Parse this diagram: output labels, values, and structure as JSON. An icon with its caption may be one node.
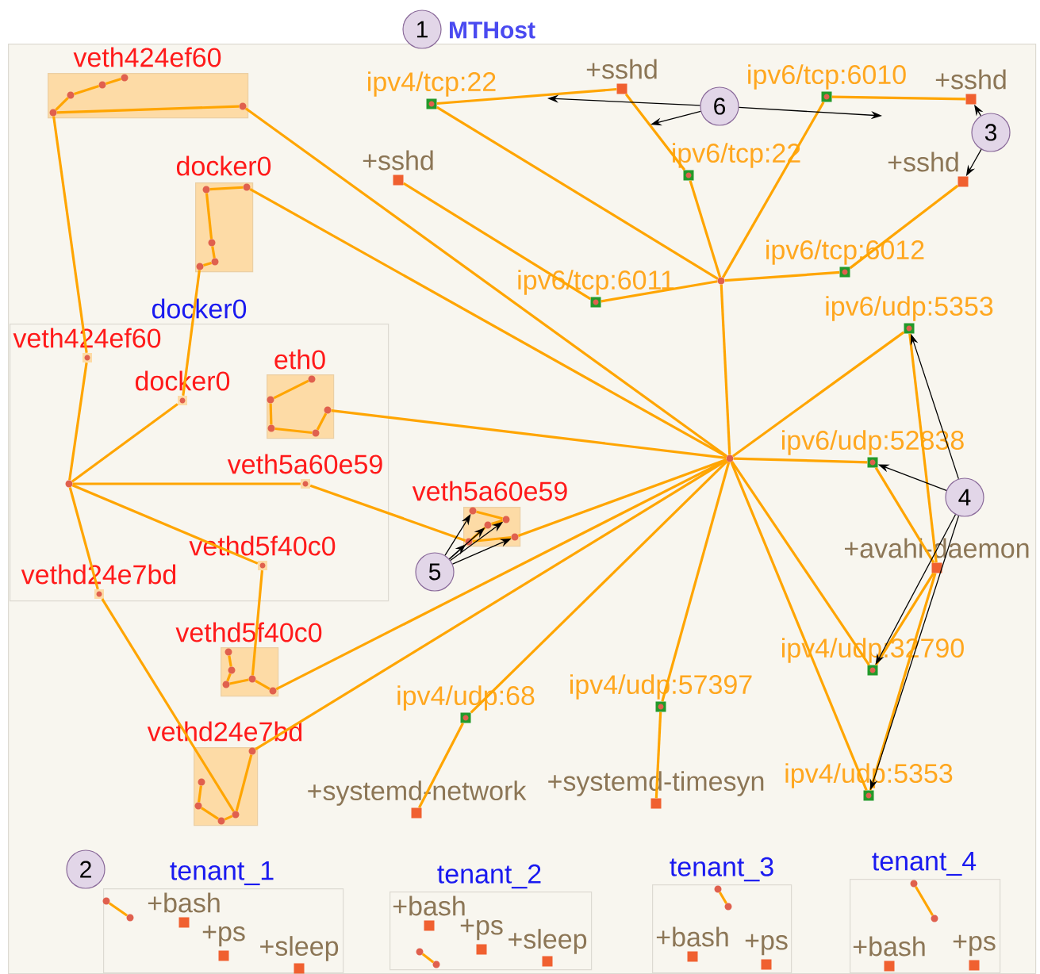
{
  "diagram": {
    "nodes": [
      {
        "text": [
          "MTHost"
        ]
      },
      {
        "text": [
          "1"
        ]
      },
      {
        "text": [
          "veth424ef60"
        ],
        "in": 0
      },
      {
        "text": [],
        "shape": "circle",
        "in": 2
      },
      {
        "text": [],
        "shape": "circle",
        "in": 2
      },
      {
        "text": [],
        "shape": "circle",
        "in": 2
      },
      {
        "text": [],
        "shape": "circle",
        "in": 2
      },
      {
        "text": [],
        "shape": "circle",
        "in": 2
      },
      {
        "text": [
          "+sshd"
        ],
        "in": 0
      },
      {
        "text": [
          "ipv4/tcp:22"
        ],
        "in": 0
      },
      {
        "text": [
          "ipv6/tcp:6010"
        ],
        "in": 0
      },
      {
        "text": [
          "+sshd"
        ],
        "in": 0
      },
      {
        "text": [
          "6"
        ],
        "in": 0
      },
      {
        "text": [
          "3"
        ],
        "in": 0
      },
      {
        "text": [
          "docker0"
        ],
        "in": 0
      },
      {
        "text": [],
        "shape": "circle",
        "in": 14
      },
      {
        "text": [],
        "shape": "circle",
        "in": 14
      },
      {
        "text": [],
        "shape": "circle",
        "in": 14
      },
      {
        "text": [],
        "shape": "circle",
        "in": 14
      },
      {
        "text": [],
        "shape": "circle",
        "in": 14
      },
      {
        "text": [
          "+sshd"
        ],
        "in": 0
      },
      {
        "text": [
          "ipv6/tcp:22"
        ],
        "in": 0
      },
      {
        "text": [
          "+sshd"
        ],
        "in": 0
      },
      {
        "text": [
          "ipv6/tcp:6012"
        ],
        "in": 0
      },
      {
        "text": [
          "ipv6/tcp:6011"
        ],
        "in": 0
      },
      {
        "text": [],
        "shape": "circle",
        "in": 0
      },
      {
        "text": [
          "ipv6/udp:5353"
        ],
        "in": 0
      },
      {
        "text": [
          "docker0"
        ],
        "in": 0
      },
      {
        "text": [
          "veth424ef60"
        ],
        "in": 27
      },
      {
        "text": [
          "docker0"
        ],
        "in": 27
      },
      {
        "text": [
          "eth0"
        ],
        "in": 27
      },
      {
        "text": [],
        "shape": "circle",
        "in": 30
      },
      {
        "text": [],
        "shape": "circle",
        "in": 30
      },
      {
        "text": [],
        "shape": "circle",
        "in": 30
      },
      {
        "text": [],
        "shape": "circle",
        "in": 30
      },
      {
        "text": [],
        "shape": "circle",
        "in": 30
      },
      {
        "text": [
          "veth5a60e59"
        ],
        "in": 27
      },
      {
        "text": [],
        "shape": "circle",
        "in": 27
      },
      {
        "text": [
          "vethd5f40c0"
        ],
        "in": 27
      },
      {
        "text": [
          "vethd24e7bd"
        ],
        "in": 27
      },
      {
        "text": [
          "veth5a60e59"
        ],
        "in": 0
      },
      {
        "text": [],
        "shape": "circle",
        "in": 40
      },
      {
        "text": [],
        "shape": "circle",
        "in": 40
      },
      {
        "text": [],
        "shape": "circle",
        "in": 40
      },
      {
        "text": [],
        "shape": "circle",
        "in": 40
      },
      {
        "text": [],
        "shape": "circle",
        "in": 40
      },
      {
        "text": [],
        "shape": "circle",
        "in": 0
      },
      {
        "text": [
          "ipv6/udp:52838"
        ],
        "in": 0
      },
      {
        "text": [
          "5"
        ],
        "in": 0
      },
      {
        "text": [
          "4"
        ],
        "in": 0
      },
      {
        "text": [
          "+avahi-daemon"
        ],
        "in": 0
      },
      {
        "text": [
          "vethd5f40c0"
        ],
        "in": 0
      },
      {
        "text": [],
        "shape": "circle",
        "in": 51
      },
      {
        "text": [],
        "shape": "circle",
        "in": 51
      },
      {
        "text": [],
        "shape": "circle",
        "in": 51
      },
      {
        "text": [],
        "shape": "circle",
        "in": 51
      },
      {
        "text": [],
        "shape": "circle",
        "in": 51
      },
      {
        "text": [
          "ipv4/udp:32790"
        ],
        "in": 0
      },
      {
        "text": [
          "ipv4/udp:57397"
        ],
        "in": 0
      },
      {
        "text": [
          "ipv4/udp:68"
        ],
        "in": 0
      },
      {
        "text": [
          "vethd24e7bd"
        ],
        "in": 0
      },
      {
        "text": [],
        "shape": "circle",
        "in": 60
      },
      {
        "text": [],
        "shape": "circle",
        "in": 60
      },
      {
        "text": [],
        "shape": "circle",
        "in": 60
      },
      {
        "text": [],
        "shape": "circle",
        "in": 60
      },
      {
        "text": [],
        "shape": "circle",
        "in": 60
      },
      {
        "text": [
          "+systemd-network"
        ],
        "in": 0
      },
      {
        "text": [
          "+systemd-timesyn"
        ],
        "in": 0
      },
      {
        "text": [
          "ipv4/udp:5353"
        ],
        "in": 0
      },
      {
        "text": [
          "2"
        ],
        "in": 0
      },
      {
        "text": [
          "tenant_1"
        ],
        "in": 0
      },
      {
        "text": [],
        "shape": "circle",
        "in": 70
      },
      {
        "text": [],
        "shape": "circle",
        "in": 70
      },
      {
        "text": [
          "+bash"
        ],
        "in": 70
      },
      {
        "text": [
          "+ps"
        ],
        "in": 70
      },
      {
        "text": [
          "+sleep"
        ],
        "in": 70
      },
      {
        "text": [
          "tenant_2"
        ],
        "in": 0
      },
      {
        "text": [
          "+bash"
        ],
        "in": 76
      },
      {
        "text": [],
        "shape": "circle",
        "in": 76
      },
      {
        "text": [],
        "shape": "circle",
        "in": 76
      },
      {
        "text": [
          "+ps"
        ],
        "in": 76
      },
      {
        "text": [
          "+sleep"
        ],
        "in": 76
      },
      {
        "text": [
          "tenant_3"
        ],
        "in": 0
      },
      {
        "text": [],
        "shape": "circle",
        "in": 82
      },
      {
        "text": [],
        "shape": "circle",
        "in": 82
      },
      {
        "text": [
          "+bash"
        ],
        "in": 82
      },
      {
        "text": [
          "+ps"
        ],
        "in": 82
      },
      {
        "text": [
          "tenant_4"
        ],
        "in": 0
      },
      {
        "text": [],
        "shape": "circle",
        "in": 87
      },
      {
        "text": [],
        "shape": "circle",
        "in": 87
      },
      {
        "text": [
          "+bash"
        ],
        "in": 87
      },
      {
        "text": [
          "+ps"
        ],
        "in": 87
      }
    ],
    "edges": [
      {
        "from": 3,
        "to": 4,
        "arrow": "none"
      },
      {
        "from": 4,
        "to": 5,
        "arrow": "none"
      },
      {
        "from": 5,
        "to": 6,
        "arrow": "none"
      },
      {
        "from": 6,
        "to": 7,
        "arrow": "none"
      },
      {
        "from": 6,
        "to": 28,
        "arrow": "none"
      },
      {
        "from": 28,
        "to": 37,
        "arrow": "none"
      },
      {
        "from": 7,
        "to": 46,
        "arrow": "none"
      },
      {
        "from": 16,
        "to": 15,
        "arrow": "none"
      },
      {
        "from": 15,
        "to": 17,
        "arrow": "none"
      },
      {
        "from": 17,
        "to": 18,
        "arrow": "none"
      },
      {
        "from": 18,
        "to": 19,
        "arrow": "none"
      },
      {
        "from": 19,
        "to": 29,
        "arrow": "none"
      },
      {
        "from": 16,
        "to": 46,
        "arrow": "none"
      },
      {
        "from": 29,
        "to": 37,
        "arrow": "none"
      },
      {
        "from": 31,
        "to": 32,
        "arrow": "none"
      },
      {
        "from": 32,
        "to": 33,
        "arrow": "none"
      },
      {
        "from": 33,
        "to": 34,
        "arrow": "none"
      },
      {
        "from": 34,
        "to": 35,
        "arrow": "none"
      },
      {
        "from": 35,
        "to": 46,
        "arrow": "none"
      },
      {
        "from": 37,
        "to": 36,
        "arrow": "none"
      },
      {
        "from": 37,
        "to": 38,
        "arrow": "none"
      },
      {
        "from": 37,
        "to": 39,
        "arrow": "none"
      },
      {
        "from": 36,
        "to": 44,
        "arrow": "none"
      },
      {
        "from": 44,
        "to": 42,
        "arrow": "none"
      },
      {
        "from": 42,
        "to": 43,
        "arrow": "none"
      },
      {
        "from": 43,
        "to": 41,
        "arrow": "none"
      },
      {
        "from": 44,
        "to": 45,
        "arrow": "none"
      },
      {
        "from": 45,
        "to": 46,
        "arrow": "none"
      },
      {
        "from": 38,
        "to": 55,
        "arrow": "none"
      },
      {
        "from": 52,
        "to": 53,
        "arrow": "none"
      },
      {
        "from": 53,
        "to": 54,
        "arrow": "none"
      },
      {
        "from": 54,
        "to": 55,
        "arrow": "none"
      },
      {
        "from": 55,
        "to": 56,
        "arrow": "none"
      },
      {
        "from": 56,
        "to": 46,
        "arrow": "none"
      },
      {
        "from": 39,
        "to": 64,
        "arrow": "none"
      },
      {
        "from": 61,
        "to": 62,
        "arrow": "none"
      },
      {
        "from": 62,
        "to": 63,
        "arrow": "none"
      },
      {
        "from": 63,
        "to": 64,
        "arrow": "none"
      },
      {
        "from": 64,
        "to": 65,
        "arrow": "none"
      },
      {
        "from": 65,
        "to": 46,
        "arrow": "none"
      },
      {
        "from": 46,
        "to": 25,
        "arrow": "none"
      },
      {
        "from": 25,
        "to": 9,
        "arrow": "none"
      },
      {
        "from": 9,
        "to": 8,
        "arrow": "none"
      },
      {
        "from": 8,
        "to": 21,
        "arrow": "none"
      },
      {
        "from": 21,
        "to": 25,
        "arrow": "none"
      },
      {
        "from": 25,
        "to": 10,
        "arrow": "none"
      },
      {
        "from": 10,
        "to": 11,
        "arrow": "none"
      },
      {
        "from": 25,
        "to": 23,
        "arrow": "none"
      },
      {
        "from": 23,
        "to": 22,
        "arrow": "none"
      },
      {
        "from": 25,
        "to": 24,
        "arrow": "none"
      },
      {
        "from": 24,
        "to": 20,
        "arrow": "none"
      },
      {
        "from": 46,
        "to": 26,
        "arrow": "none"
      },
      {
        "from": 26,
        "to": 50,
        "arrow": "none"
      },
      {
        "from": 46,
        "to": 47,
        "arrow": "none"
      },
      {
        "from": 47,
        "to": 50,
        "arrow": "none"
      },
      {
        "from": 46,
        "to": 57,
        "arrow": "none"
      },
      {
        "from": 57,
        "to": 50,
        "arrow": "none"
      },
      {
        "from": 46,
        "to": 68,
        "arrow": "none"
      },
      {
        "from": 68,
        "to": 50,
        "arrow": "none"
      },
      {
        "from": 46,
        "to": 58,
        "arrow": "none"
      },
      {
        "from": 58,
        "to": 67,
        "arrow": "none"
      },
      {
        "from": 46,
        "to": 59,
        "arrow": "none"
      },
      {
        "from": 59,
        "to": 66,
        "arrow": "none"
      },
      {
        "from": 71,
        "to": 72,
        "arrow": "none"
      },
      {
        "from": 78,
        "to": 79,
        "arrow": "none"
      },
      {
        "from": 83,
        "to": 84,
        "arrow": "none"
      },
      {
        "from": 88,
        "to": 89,
        "arrow": "none"
      },
      {
        "from": 12,
        "to": null,
        "arrow": "to",
        "color": "#000000"
      },
      {
        "from": 12,
        "to": null,
        "arrow": "to",
        "color": "#000000"
      },
      {
        "from": 12,
        "to": null,
        "arrow": "to",
        "color": "#000000"
      },
      {
        "from": 13,
        "to": 11,
        "arrow": "to",
        "color": "#000000"
      },
      {
        "from": 13,
        "to": 22,
        "arrow": "to",
        "color": "#000000"
      },
      {
        "from": 49,
        "to": 26,
        "arrow": "to",
        "color": "#000000"
      },
      {
        "from": 49,
        "to": 47,
        "arrow": "to",
        "color": "#000000"
      },
      {
        "from": 49,
        "to": 57,
        "arrow": "to",
        "color": "#000000"
      },
      {
        "from": 49,
        "to": 68,
        "arrow": "to",
        "color": "#000000"
      },
      {
        "from": 48,
        "to": 41,
        "arrow": "to",
        "color": "#000000"
      },
      {
        "from": 48,
        "to": 44,
        "arrow": "to",
        "color": "#000000"
      },
      {
        "from": 48,
        "to": 42,
        "arrow": "to",
        "color": "#000000"
      },
      {
        "from": 48,
        "to": 43,
        "arrow": "to",
        "color": "#000000"
      },
      {
        "from": 48,
        "to": 45,
        "arrow": "to",
        "color": "#000000"
      }
    ]
  }
}
